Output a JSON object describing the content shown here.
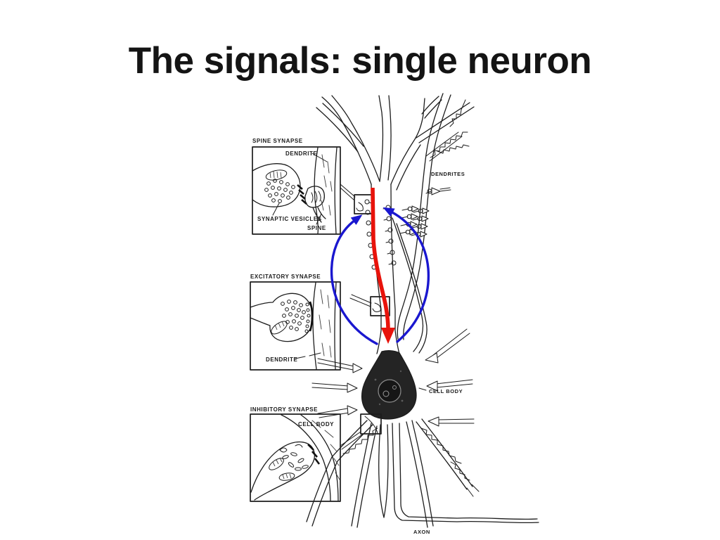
{
  "slide": {
    "title": "The signals: single neuron"
  },
  "figure": {
    "insets": [
      {
        "heading": "SPINE SYNAPSE",
        "labels": {
          "dendrite": "DENDRITE",
          "vesicles": "SYNAPTIC VESICLES",
          "spine": "SPINE"
        }
      },
      {
        "heading": "EXCITATORY SYNAPSE",
        "labels": {
          "dendrite": "DENDRITE"
        }
      },
      {
        "heading": "INHIBITORY SYNAPSE",
        "labels": {
          "cell_body": "CELL BODY"
        }
      }
    ],
    "neuron": {
      "dendrites": "DENDRITES",
      "cell_body": "CELL BODY",
      "axon": "AXON"
    },
    "colors": {
      "ink": "#1c1c1c",
      "signal_arrow": "#e8130b",
      "loop_arrows": "#1a17cf",
      "background": "#ffffff"
    }
  }
}
